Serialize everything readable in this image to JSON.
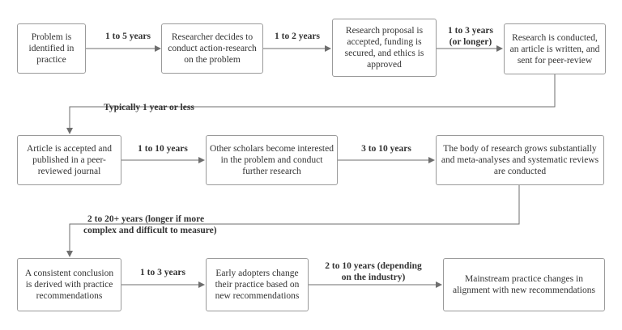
{
  "steps": {
    "s1": "Problem is identified in practice",
    "s2": "Researcher decides to conduct action-research on the problem",
    "s3": "Research proposal is accepted, funding is secured, and ethics is approved",
    "s4": "Research is conducted, an article is written, and sent for peer-review",
    "s5": "Article is accepted and published in a peer-reviewed journal",
    "s6": "Other scholars become interested in the problem and conduct further research",
    "s7": "The body of research grows substantially and meta-analyses and systematic reviews are conducted",
    "s8": "A consistent conclusion is derived with practice recommendations",
    "s9": "Early adopters change their practice based on new recommendations",
    "s10": "Mainstream practice changes in alignment with new recommendations"
  },
  "durations": {
    "d1": "1 to 5 years",
    "d2": "1 to 2 years",
    "d3a": "1 to 3 years",
    "d3b": "(or longer)",
    "d4": "Typically 1 year or less",
    "d5": "1 to 10 years",
    "d6": "3 to 10 years",
    "d7a": "2 to 20+ years (longer if more",
    "d7b": "complex and difficult to measure)",
    "d8": "1 to 3 years",
    "d9a": "2 to 10 years (depending",
    "d9b": "on the industry)"
  },
  "colors": {
    "line": "#6e6e6e",
    "border": "#9a9a9a",
    "text": "#333333"
  }
}
